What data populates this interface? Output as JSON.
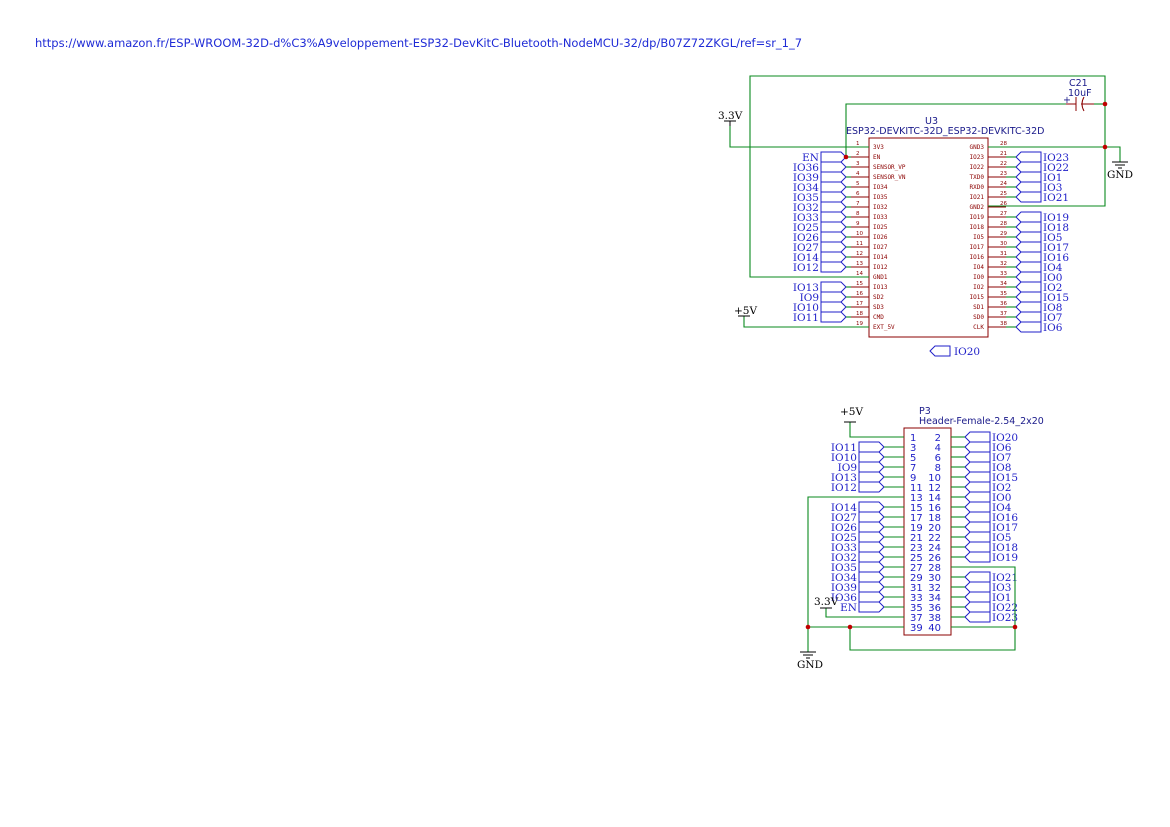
{
  "link": "https://www.amazon.fr/ESP-WROOM-32D-d%C3%A9veloppement-ESP32-DevKitC-Bluetooth-NodeMCU-32/dp/B07Z72ZKGL/ref=sr_1_7",
  "u3": {
    "ref": "U3",
    "value": "ESP32-DEVKITC-32D_ESP32-DEVKITC-32D",
    "left_pins": [
      {
        "num": "1",
        "name": "3V3"
      },
      {
        "num": "2",
        "name": "EN"
      },
      {
        "num": "3",
        "name": "SENSOR_VP"
      },
      {
        "num": "4",
        "name": "SENSOR_VN"
      },
      {
        "num": "5",
        "name": "IO34"
      },
      {
        "num": "6",
        "name": "IO35"
      },
      {
        "num": "7",
        "name": "IO32"
      },
      {
        "num": "8",
        "name": "IO33"
      },
      {
        "num": "9",
        "name": "IO25"
      },
      {
        "num": "10",
        "name": "IO26"
      },
      {
        "num": "11",
        "name": "IO27"
      },
      {
        "num": "12",
        "name": "IO14"
      },
      {
        "num": "13",
        "name": "IO12"
      },
      {
        "num": "14",
        "name": "GND1"
      },
      {
        "num": "15",
        "name": "IO13"
      },
      {
        "num": "16",
        "name": "SD2"
      },
      {
        "num": "17",
        "name": "SD3"
      },
      {
        "num": "18",
        "name": "CMD"
      },
      {
        "num": "19",
        "name": "EXT_5V"
      }
    ],
    "right_pins": [
      {
        "num": "28",
        "name": "GND3"
      },
      {
        "num": "21",
        "name": "IO23"
      },
      {
        "num": "22",
        "name": "IO22"
      },
      {
        "num": "23",
        "name": "TXD0"
      },
      {
        "num": "24",
        "name": "RXD0"
      },
      {
        "num": "25",
        "name": "IO21"
      },
      {
        "num": "26",
        "name": "GND2"
      },
      {
        "num": "27",
        "name": "IO19"
      },
      {
        "num": "28",
        "name": "IO18"
      },
      {
        "num": "29",
        "name": "IO5"
      },
      {
        "num": "30",
        "name": "IO17"
      },
      {
        "num": "31",
        "name": "IO16"
      },
      {
        "num": "32",
        "name": "IO4"
      },
      {
        "num": "33",
        "name": "IO0"
      },
      {
        "num": "34",
        "name": "IO2"
      },
      {
        "num": "35",
        "name": "IO15"
      },
      {
        "num": "36",
        "name": "SD1"
      },
      {
        "num": "37",
        "name": "SD0"
      },
      {
        "num": "38",
        "name": "CLK"
      }
    ],
    "left_labels": [
      "",
      "EN",
      "IO36",
      "IO39",
      "IO34",
      "IO35",
      "IO32",
      "IO33",
      "IO25",
      "IO26",
      "IO27",
      "IO14",
      "IO12",
      "",
      "IO13",
      "IO9",
      "IO10",
      "IO11",
      ""
    ],
    "right_labels": [
      "",
      "IO23",
      "IO22",
      "IO1",
      "IO3",
      "IO21",
      "",
      "IO19",
      "IO18",
      "IO5",
      "IO17",
      "IO16",
      "IO4",
      "IO0",
      "IO2",
      "IO15",
      "IO8",
      "IO7",
      "IO6"
    ],
    "extra_label": "IO20"
  },
  "c21": {
    "ref": "C21",
    "value": "10uF",
    "polarity": "+"
  },
  "p3": {
    "ref": "P3",
    "value": "Header-Female-2.54_2x20",
    "odd_pins": [
      "1",
      "3",
      "5",
      "7",
      "9",
      "11",
      "13",
      "15",
      "17",
      "19",
      "21",
      "23",
      "25",
      "27",
      "29",
      "31",
      "33",
      "35",
      "37",
      "39"
    ],
    "even_pins": [
      "2",
      "4",
      "6",
      "8",
      "10",
      "12",
      "14",
      "16",
      "18",
      "20",
      "22",
      "24",
      "26",
      "28",
      "30",
      "32",
      "34",
      "36",
      "38",
      "40"
    ],
    "left_labels": [
      "",
      "IO11",
      "IO10",
      "IO9",
      "IO13",
      "IO12",
      "",
      "IO14",
      "IO27",
      "IO26",
      "IO25",
      "IO33",
      "IO32",
      "IO35",
      "IO34",
      "IO39",
      "IO36",
      "EN",
      "",
      ""
    ],
    "right_labels": [
      "IO20",
      "IO6",
      "IO7",
      "IO8",
      "IO15",
      "IO2",
      "IO0",
      "IO4",
      "IO16",
      "IO17",
      "IO5",
      "IO18",
      "IO19",
      "",
      "IO21",
      "IO3",
      "IO1",
      "IO22",
      "IO23",
      ""
    ]
  },
  "power": {
    "v33": "3.3V",
    "v5": "+5V",
    "gnd": "GND"
  }
}
